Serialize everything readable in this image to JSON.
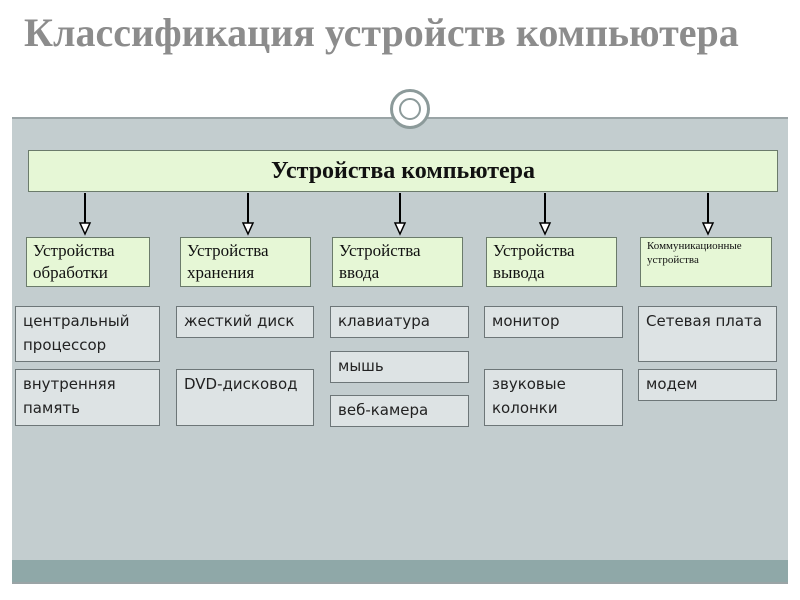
{
  "title": "Классификация устройств компьютера",
  "root": "Устройства компьютера",
  "categories": [
    {
      "label": "Устройства обработки",
      "items": [
        "центральный процессор",
        "внутренняя память"
      ]
    },
    {
      "label": "Устройства хранения",
      "items": [
        "жесткий диск",
        "DVD-дисковод"
      ]
    },
    {
      "label": "Устройства ввода",
      "items": [
        "клавиатура",
        "мышь",
        "веб-камера"
      ]
    },
    {
      "label": "Устройства вывода",
      "items": [
        "монитор",
        "звуковые колонки"
      ]
    },
    {
      "label": "Коммуникационные устройства",
      "items": [
        "Сетевая плата",
        "модем"
      ]
    }
  ],
  "colors": {
    "title": "#8c8c8c",
    "content_bg": "#c3cdcf",
    "box_fill": "#e6f7d6",
    "item_fill": "#dde3e4",
    "footer": "#8fa8a8"
  }
}
